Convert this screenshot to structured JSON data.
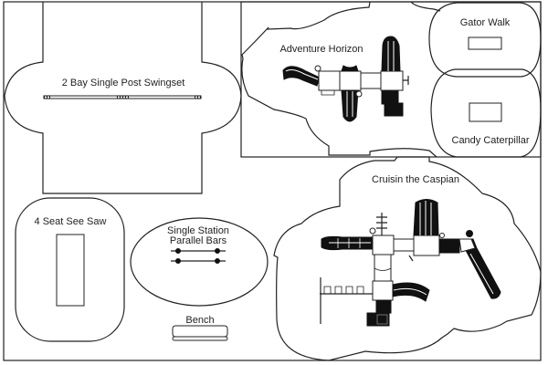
{
  "title": "Playground Site Plan",
  "areas": [
    {
      "id": "swingset",
      "label": "2 Bay Single Post Swingset"
    },
    {
      "id": "adventure",
      "label": "Adventure Horizon"
    },
    {
      "id": "gator",
      "label": "Gator Walk"
    },
    {
      "id": "candy",
      "label": "Candy Caterpillar"
    },
    {
      "id": "seesaw",
      "label": "4 Seat See Saw"
    },
    {
      "id": "parallel",
      "label_line1": "Single Station",
      "label_line2": "Parallel Bars"
    },
    {
      "id": "bench",
      "label": "Bench"
    },
    {
      "id": "caspian",
      "label": "Cruisin the Caspian"
    }
  ],
  "colors": {
    "line": "#222222",
    "fill": "#111111",
    "background": "#ffffff"
  }
}
